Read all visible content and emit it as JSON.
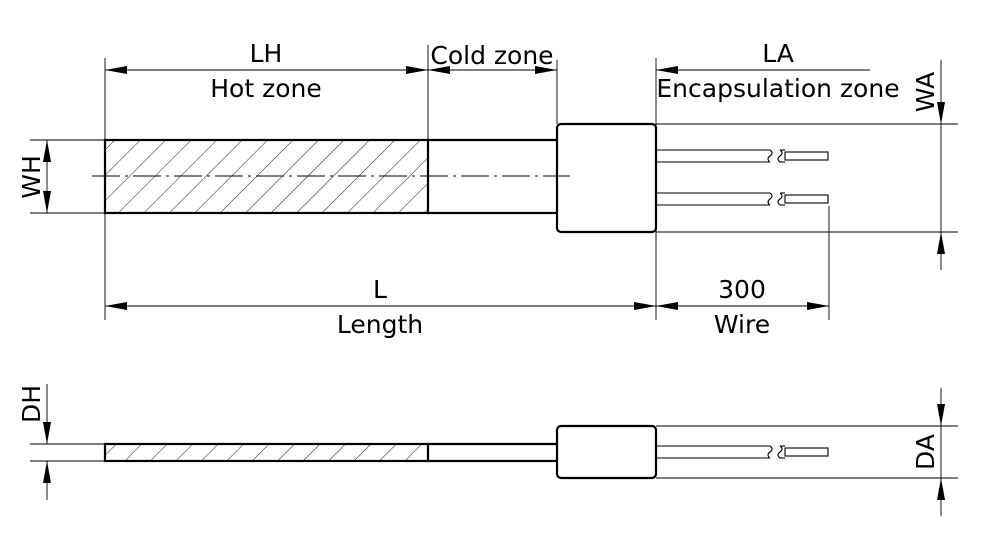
{
  "labels": {
    "lh": "LH",
    "hot_zone": "Hot zone",
    "cold_zone": "Cold zone",
    "la": "LA",
    "encapsulation_zone": "Encapsulation zone",
    "wa": "WA",
    "wh": "WH",
    "l": "L",
    "length": "Length",
    "wire_value": "300",
    "wire": "Wire",
    "dh": "DH",
    "da": "DA"
  }
}
